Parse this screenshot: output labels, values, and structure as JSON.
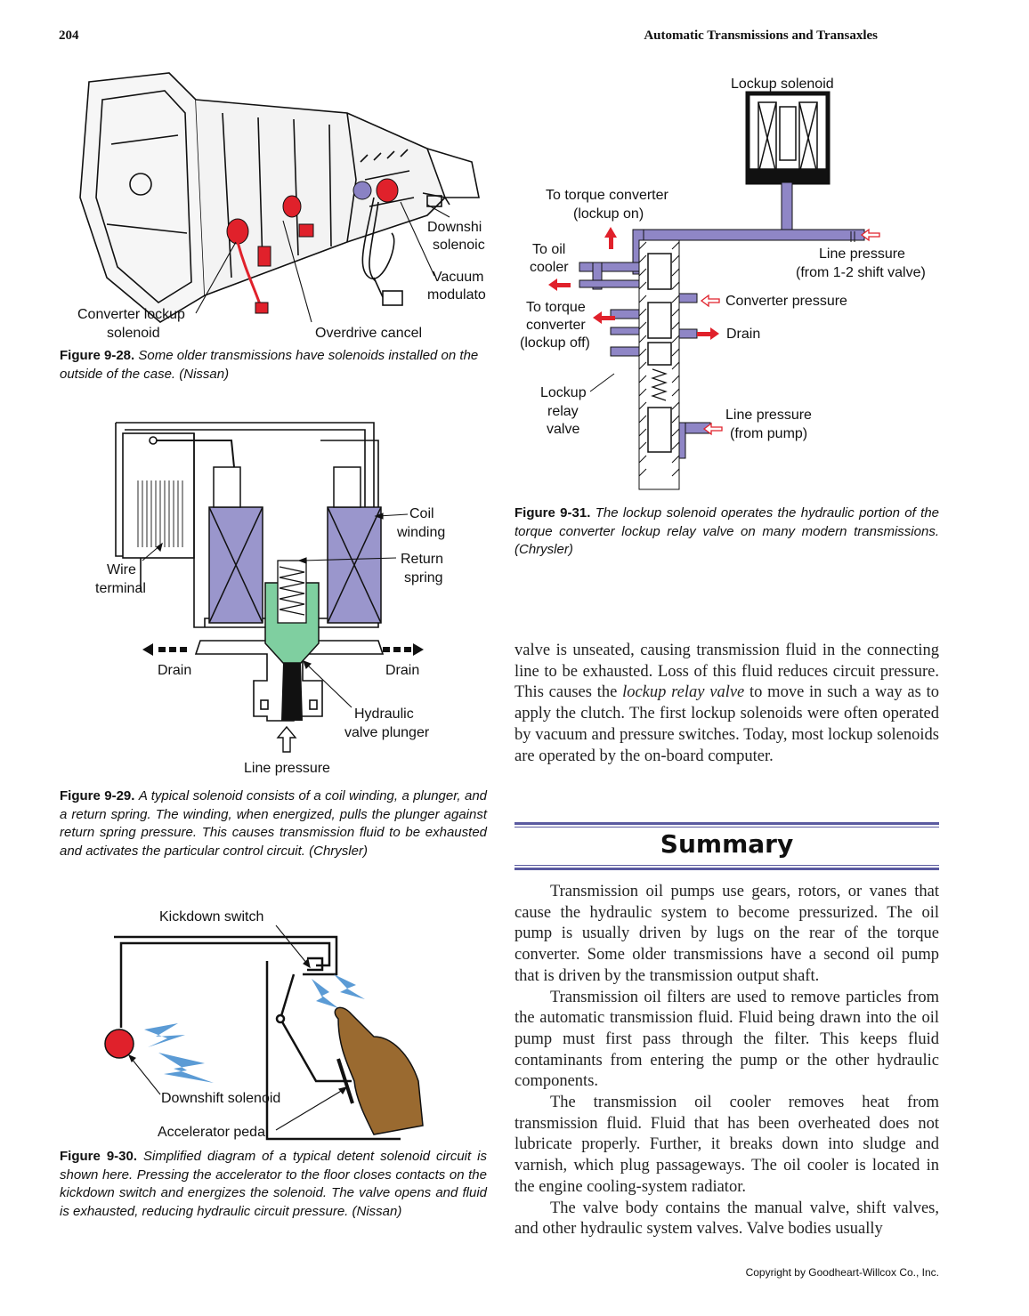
{
  "header": {
    "page_number": "204",
    "book_title": "Automatic Transmissions and Transaxles"
  },
  "fig28": {
    "labels": {
      "downshift_1": "Downshi",
      "downshift_2": "solenoic",
      "vacuum_1": "Vacuum",
      "vacuum_2": "modulato",
      "converter_1": "Converter lockup",
      "converter_2": "solenoid",
      "overdrive": "Overdrive cancel"
    },
    "caption_num": "Figure 9-28.",
    "caption_text": "Some older transmissions have solenoids installed on the outside of the case. (Nissan)"
  },
  "fig29": {
    "labels": {
      "coil_1": "Coil",
      "coil_2": "winding",
      "return_1": "Return",
      "return_2": "spring",
      "wire_1": "Wire",
      "wire_2": "terminal",
      "drain_left": "Drain",
      "drain_right": "Drain",
      "hyd_1": "Hydraulic",
      "hyd_2": "valve plunger",
      "line": "Line pressure"
    },
    "caption_num": "Figure 9-29.",
    "caption_text": "A typical solenoid consists of a coil winding, a plunger, and a return spring. The winding, when energized, pulls the plunger against return spring pressure. This causes transmission fluid to be exhausted and activates the particular control circuit. (Chrysler)"
  },
  "fig30": {
    "labels": {
      "kickdown": "Kickdown switch",
      "downshift": "Downshift solenoid",
      "accelerator": "Accelerator pedal"
    },
    "caption_num": "Figure 9-30.",
    "caption_text": "Simplified diagram of a typical detent solenoid circuit is shown here. Pressing the accelerator to the floor closes contacts on the kickdown switch and energizes the solenoid. The valve opens and fluid is exhausted, reducing hydraulic circuit pressure. (Nissan)"
  },
  "fig31": {
    "labels": {
      "lockup_solenoid": "Lockup solenoid",
      "tc_on_1": "To torque converter",
      "tc_on_2": "(lockup on)",
      "cooler_1": "To oil",
      "cooler_2": "cooler",
      "line_1": "Line pressure",
      "line_2": "(from 1-2 shift valve)",
      "tc_off_1": "To torque",
      "tc_off_2": "converter",
      "tc_off_3": "(lockup off)",
      "conv_pressure": "Converter pressure",
      "drain": "Drain",
      "relay_1": "Lockup",
      "relay_2": "relay",
      "relay_3": "valve",
      "pump_1": "Line pressure",
      "pump_2": "(from pump)"
    },
    "caption_num": "Figure 9-31.",
    "caption_text": "The lockup solenoid operates the hydraulic portion of the torque converter lockup relay valve on many modern transmissions. (Chrysler)"
  },
  "body": {
    "para_cont_a": "valve is unseated, causing transmission fluid in the connecting line to be exhausted. Loss of this fluid reduces circuit pressure. This causes the ",
    "para_cont_italic": "lockup relay valve",
    "para_cont_b": " to move in such a way as to apply the clutch. The first lockup solenoids were often operated by vacuum and pressure switches. Today, most lockup solenoids are operated by the on-board computer.",
    "summary_title": "Summary",
    "summary_p1": "Transmission oil pumps use gears, rotors, or vanes that cause the hydraulic system to become pressurized. The oil pump is usually driven by lugs on the rear of the torque converter. Some older transmissions have a second oil pump that is driven by the transmission output shaft.",
    "summary_p2": "Transmission oil filters are used to remove particles from the automatic transmission fluid. Fluid being drawn into the oil pump must first pass through the filter. This keeps fluid contaminants from entering the pump or the other hydraulic components.",
    "summary_p3": "The transmission oil cooler removes heat from transmission fluid. Fluid that has been overheated does not lubricate properly. Further, it breaks down into sludge and varnish, which plug passageways. The oil cooler is located in the engine cooling-system radiator.",
    "summary_p4": "The valve body contains the manual valve, shift valves, and other hydraulic system valves. Valve bodies usually"
  },
  "footer": {
    "copyright": "Copyright by Goodheart-Willcox Co., Inc."
  },
  "colors": {
    "coil_purple": "#9a96cc",
    "plunger_green": "#7fcfa0",
    "fluid_purple": "#8f86c6",
    "solenoid_red": "#e0212b",
    "spark_blue": "#5b9bd5",
    "hand_brown": "#9a6a30",
    "rule_purple": "#5a5aa0"
  }
}
